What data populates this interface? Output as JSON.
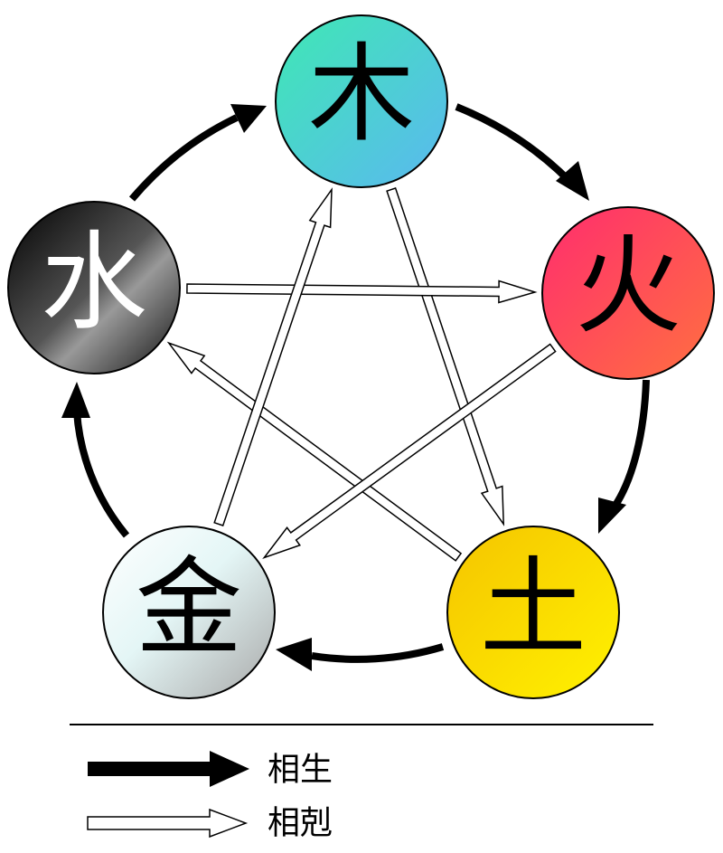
{
  "elements": [
    {
      "id": "wood",
      "char": "木",
      "text_color": "#000000",
      "colors": [
        "#3fe8b4",
        "#5ab8f0"
      ]
    },
    {
      "id": "fire",
      "char": "火",
      "text_color": "#000000",
      "colors": [
        "#ff2d6e",
        "#ff7040"
      ]
    },
    {
      "id": "earth",
      "char": "土",
      "text_color": "#000000",
      "colors": [
        "#f5c400",
        "#fff200"
      ]
    },
    {
      "id": "metal",
      "char": "金",
      "text_color": "#000000",
      "colors": [
        "#ffffff",
        "#aaaaaa"
      ]
    },
    {
      "id": "water",
      "char": "水",
      "text_color": "#ffffff",
      "colors": [
        "#000000",
        "#888888"
      ]
    }
  ],
  "generating_cycle": [
    [
      "wood",
      "fire"
    ],
    [
      "fire",
      "earth"
    ],
    [
      "earth",
      "metal"
    ],
    [
      "metal",
      "water"
    ],
    [
      "water",
      "wood"
    ]
  ],
  "overcoming_cycle": [
    [
      "wood",
      "earth"
    ],
    [
      "earth",
      "water"
    ],
    [
      "water",
      "fire"
    ],
    [
      "fire",
      "metal"
    ],
    [
      "metal",
      "wood"
    ]
  ],
  "legend": {
    "generating_label": "相生",
    "overcoming_label": "相剋"
  }
}
